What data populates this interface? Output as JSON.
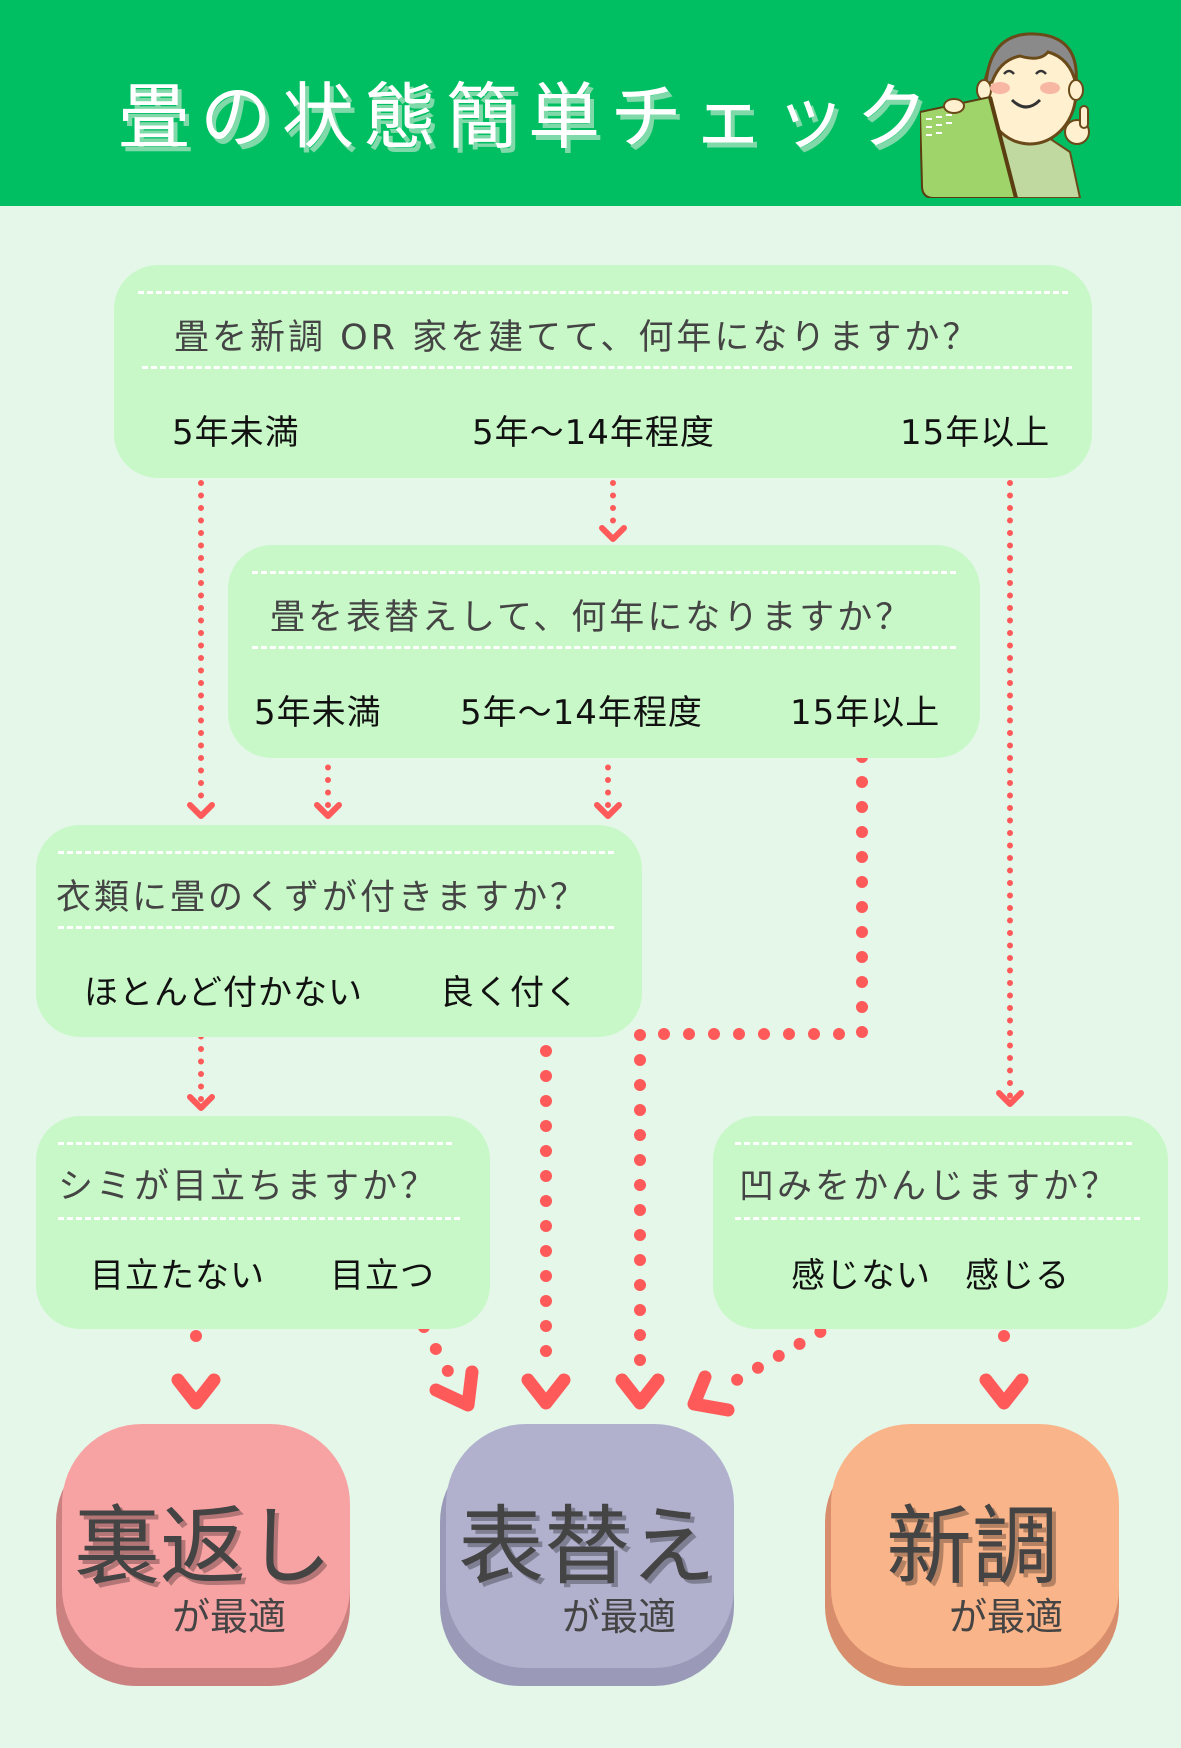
{
  "header": {
    "title": "畳の状態簡単チェック",
    "mascot_icon": "craftsman-with-tatami-icon"
  },
  "colors": {
    "header_bg": "#00BF63",
    "page_bg": "#E4F7E9",
    "question_box": "#C8F8C8",
    "arrow": "#FF5A5A",
    "result_flip": "#F8A3A3",
    "result_resurface": "#B1B1CE",
    "result_new": "#FAB489"
  },
  "questions": [
    {
      "id": "q1",
      "text": "畳を新調 OR 家を建てて、何年になりますか？",
      "options": [
        "5年未満",
        "5年〜14年程度",
        "15年以上"
      ]
    },
    {
      "id": "q2",
      "text": "畳を表替えして、何年になりますか？",
      "options": [
        "5年未満",
        "5年〜14年程度",
        "15年以上"
      ]
    },
    {
      "id": "q3",
      "text": "衣類に畳のくずが付きますか？",
      "options": [
        "ほとんど付かない",
        "良く付く"
      ]
    },
    {
      "id": "q4",
      "text": "シミが目立ちますか？",
      "options": [
        "目立たない",
        "目立つ"
      ]
    },
    {
      "id": "q5",
      "text": "凹みをかんじますか？",
      "options": [
        "感じない",
        "感じる"
      ]
    }
  ],
  "results": [
    {
      "id": "flip",
      "label": "裏返し",
      "suffix": "が最適"
    },
    {
      "id": "resurface",
      "label": "表替え",
      "suffix": "が最適"
    },
    {
      "id": "new",
      "label": "新調",
      "suffix": "が最適"
    }
  ],
  "flow": [
    {
      "from": "q1.5年未満",
      "to": "q3"
    },
    {
      "from": "q1.5年〜14年程度",
      "to": "q2"
    },
    {
      "from": "q1.15年以上",
      "to": "q5"
    },
    {
      "from": "q2.5年未満",
      "to": "q3"
    },
    {
      "from": "q2.5年〜14年程度",
      "to": "q3"
    },
    {
      "from": "q2.15年以上",
      "to": "表替え"
    },
    {
      "from": "q3.ほとんど付かない",
      "to": "q4"
    },
    {
      "from": "q3.良く付く",
      "to": "表替え"
    },
    {
      "from": "q4.目立たない",
      "to": "裏返し"
    },
    {
      "from": "q4.目立つ",
      "to": "表替え"
    },
    {
      "from": "q5.感じない",
      "to": "表替え"
    },
    {
      "from": "q5.感じる",
      "to": "新調"
    }
  ]
}
